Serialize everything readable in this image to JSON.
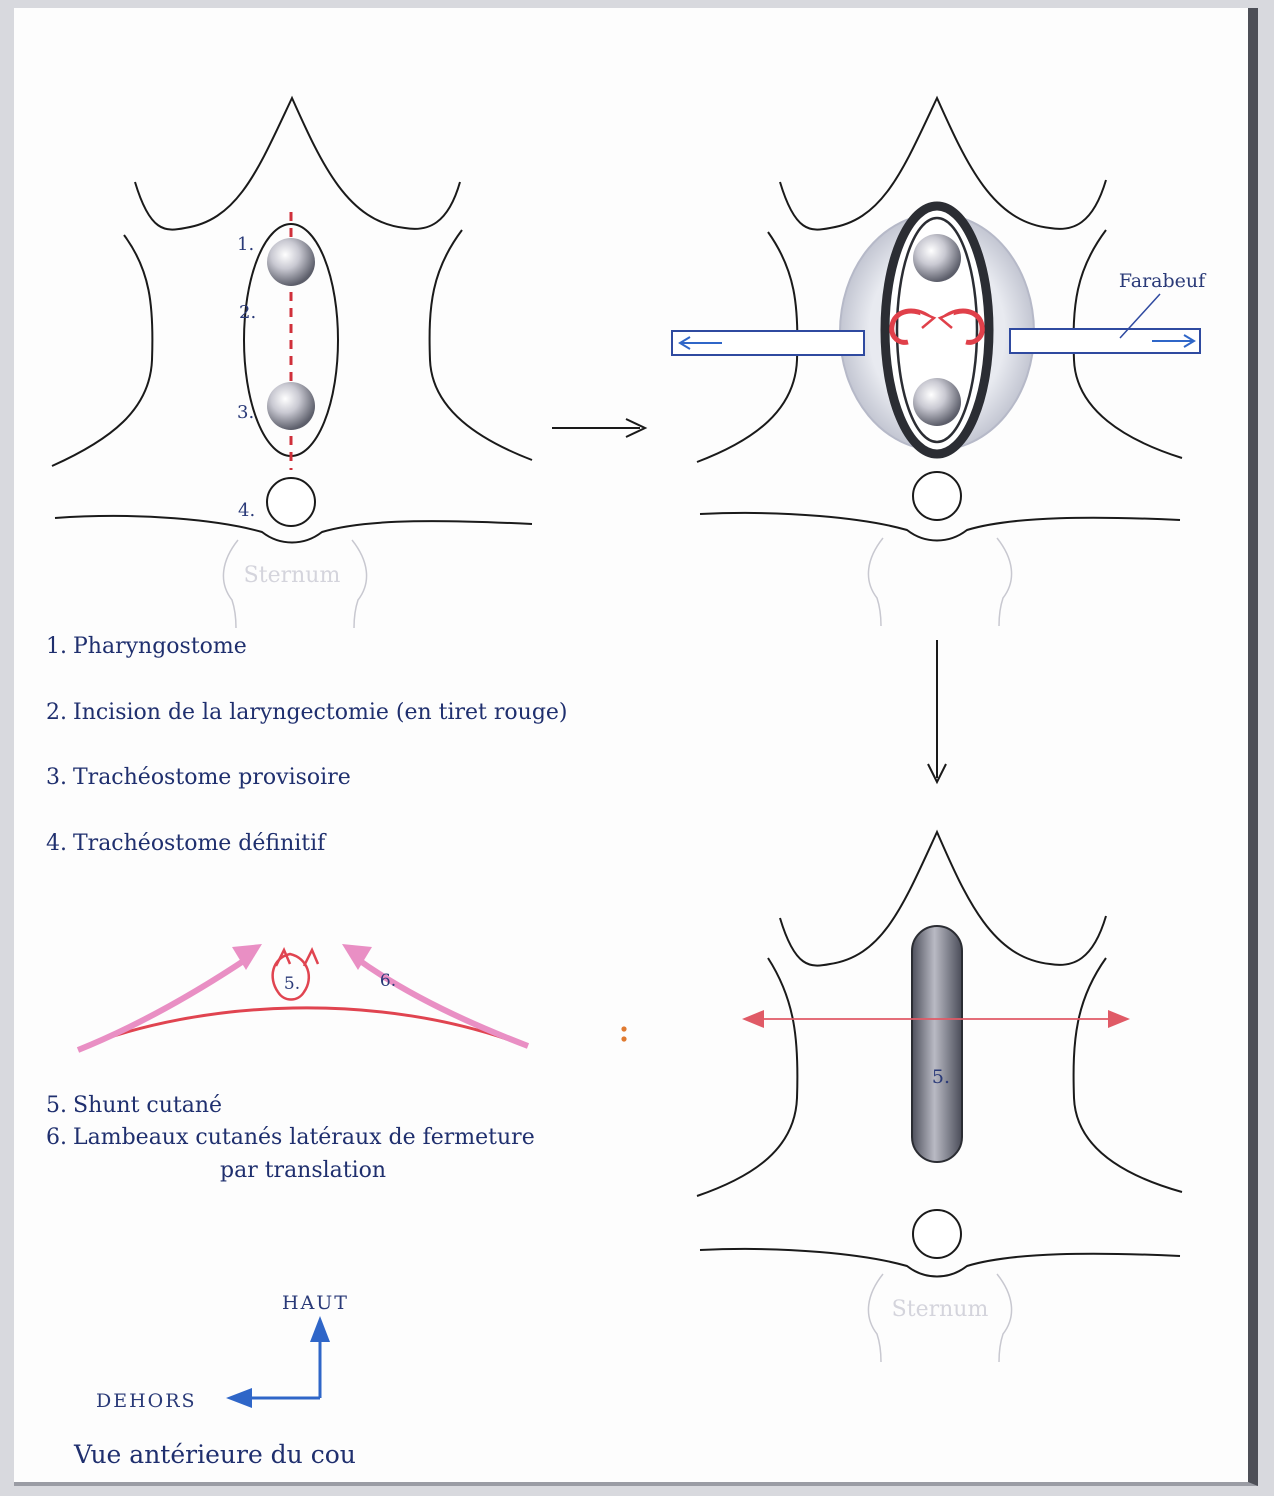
{
  "panel1": {
    "marker_labels": [
      "1.",
      "2.",
      "3.",
      "4."
    ],
    "sternum_label": "Sternum"
  },
  "panel2": {
    "farabeuf_label": "Farabeuf"
  },
  "panel3": {
    "shunt_label": "5.",
    "sternum_label": "Sternum"
  },
  "flap_diagram": {
    "shunt_label": "5.",
    "flap_label": "6."
  },
  "legend_top": [
    {
      "num": "1.",
      "text": "Pharyngostome"
    },
    {
      "num": "2.",
      "text": "Incision de la laryngectomie (en tiret rouge)"
    },
    {
      "num": "3.",
      "text": "Trachéostome provisoire"
    },
    {
      "num": "4.",
      "text": "Trachéostome définitif"
    }
  ],
  "legend_bottom": [
    {
      "num": "5.",
      "text": "Shunt cutané"
    },
    {
      "num": "6.",
      "text": "Lambeaux cutanés latéraux de fermeture"
    }
  ],
  "legend_bottom_continuation": "par translation",
  "orientation": {
    "up_label": "HAUT",
    "out_label": "DEHORS"
  },
  "caption": "Vue antérieure du cou",
  "colors": {
    "ink": "#1a1a1a",
    "label": "#2a3a78",
    "incision": "#d0303a",
    "flap": "#e98fc4",
    "arrow_blue": "#2f66c8"
  }
}
